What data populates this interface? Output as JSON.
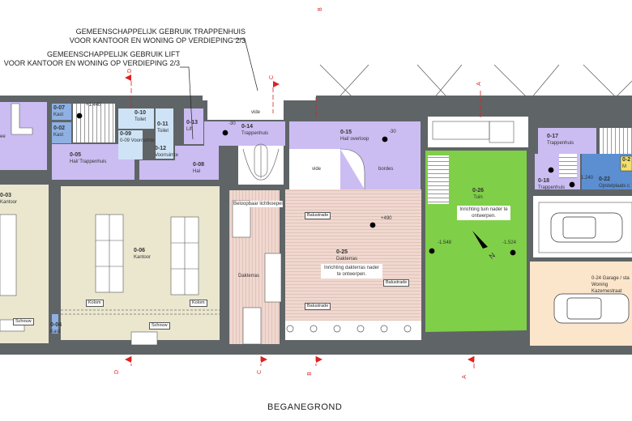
{
  "notes": {
    "stair_note_line1": "GEMEENSCHAPPELIJK GEBRUIK TRAPPENHUIS",
    "stair_note_line2": "VOOR KANTOOR EN WONING OP VERDIEPING 2/3",
    "lift_note_line1": "GEMEENSCHAPPELIJK GEBRUIK LIFT",
    "lift_note_line2": "VOOR KANTOOR EN WONING OP VERDIEPING 2/3"
  },
  "rooms": {
    "r_ee": {
      "name": "ee"
    },
    "r0_07": {
      "num": "0-07",
      "name": "Kast"
    },
    "r0_02": {
      "num": "0-02",
      "name": "Kast"
    },
    "r0_05": {
      "num": "0-05",
      "name": "Hal/ Trappenhuis"
    },
    "r0_10": {
      "num": "0-10",
      "name": "Toilet"
    },
    "r0_09": {
      "num": "0-09",
      "name": "0-09 Voorruimte"
    },
    "r0_11": {
      "num": "0-11",
      "name": "Toilet"
    },
    "r0_12": {
      "num": "0-12",
      "name": "Voorruimte"
    },
    "r0_13": {
      "num": "0-13",
      "name": "Lift"
    },
    "r0_08": {
      "num": "0-08",
      "name": "Hal"
    },
    "r0_14": {
      "num": "0-14",
      "name": "Trappenhuis"
    },
    "r0_15": {
      "num": "0-15",
      "name": "Hal/ overloop"
    },
    "r0_03": {
      "num": "0-03",
      "name": "Kantoor"
    },
    "r0_06": {
      "num": "0-06",
      "name": "Kantoor"
    },
    "r0_04": {
      "num": "0-04",
      "name": "Kast"
    },
    "r0_25": {
      "num": "0-25",
      "name": "Dakterras",
      "note": "Inrichting dakterras nader te ontwerpen."
    },
    "r0_26": {
      "num": "0-26",
      "name": "Tuin",
      "note": "Inrichting tuin nader te ontwerpen."
    },
    "r0_17": {
      "num": "0-17",
      "name": "Trappenhuis"
    },
    "r0_18": {
      "num": "0-18",
      "name": "Trappenhuis"
    },
    "r0_22": {
      "num": "0-22",
      "name": "Opstelplaats c"
    },
    "r0_23": {
      "num": "0-2",
      "name": "M"
    },
    "r0_24": {
      "num": "0-24 Garage / sta",
      "name": "Woning",
      "sub": "Kazernestraat"
    }
  },
  "labels": {
    "vide": "vide",
    "bordes": "bordes",
    "dakterras_strip": "Dakterras",
    "beloopbaar": "Beloopbaar lichtkoepel",
    "balustrade": "Balustrade",
    "kolom": "Kolom",
    "schouw": "Schouw"
  },
  "levels": {
    "l1": "+1.440",
    "l2": "-30",
    "l3": "-30",
    "l4": "+490",
    "l5": "-1.548",
    "l6": "-1.524",
    "l7": "1.240"
  },
  "compass": "N",
  "sections": {
    "d": "D",
    "c": "C",
    "b": "B",
    "a": "A"
  },
  "colors": {
    "circulation": "#cbbdf2",
    "storage": "#8fb0e2",
    "sanitary": "#cfe3f6",
    "office": "#ebe7cf",
    "terrace": "#efd8d0",
    "garden": "#7fcf48",
    "garage": "#fbe5cb",
    "parking": "#5b8fd2",
    "wall": "#5f6466",
    "section": "#dd2222"
  },
  "title": "BEGANEGROND"
}
